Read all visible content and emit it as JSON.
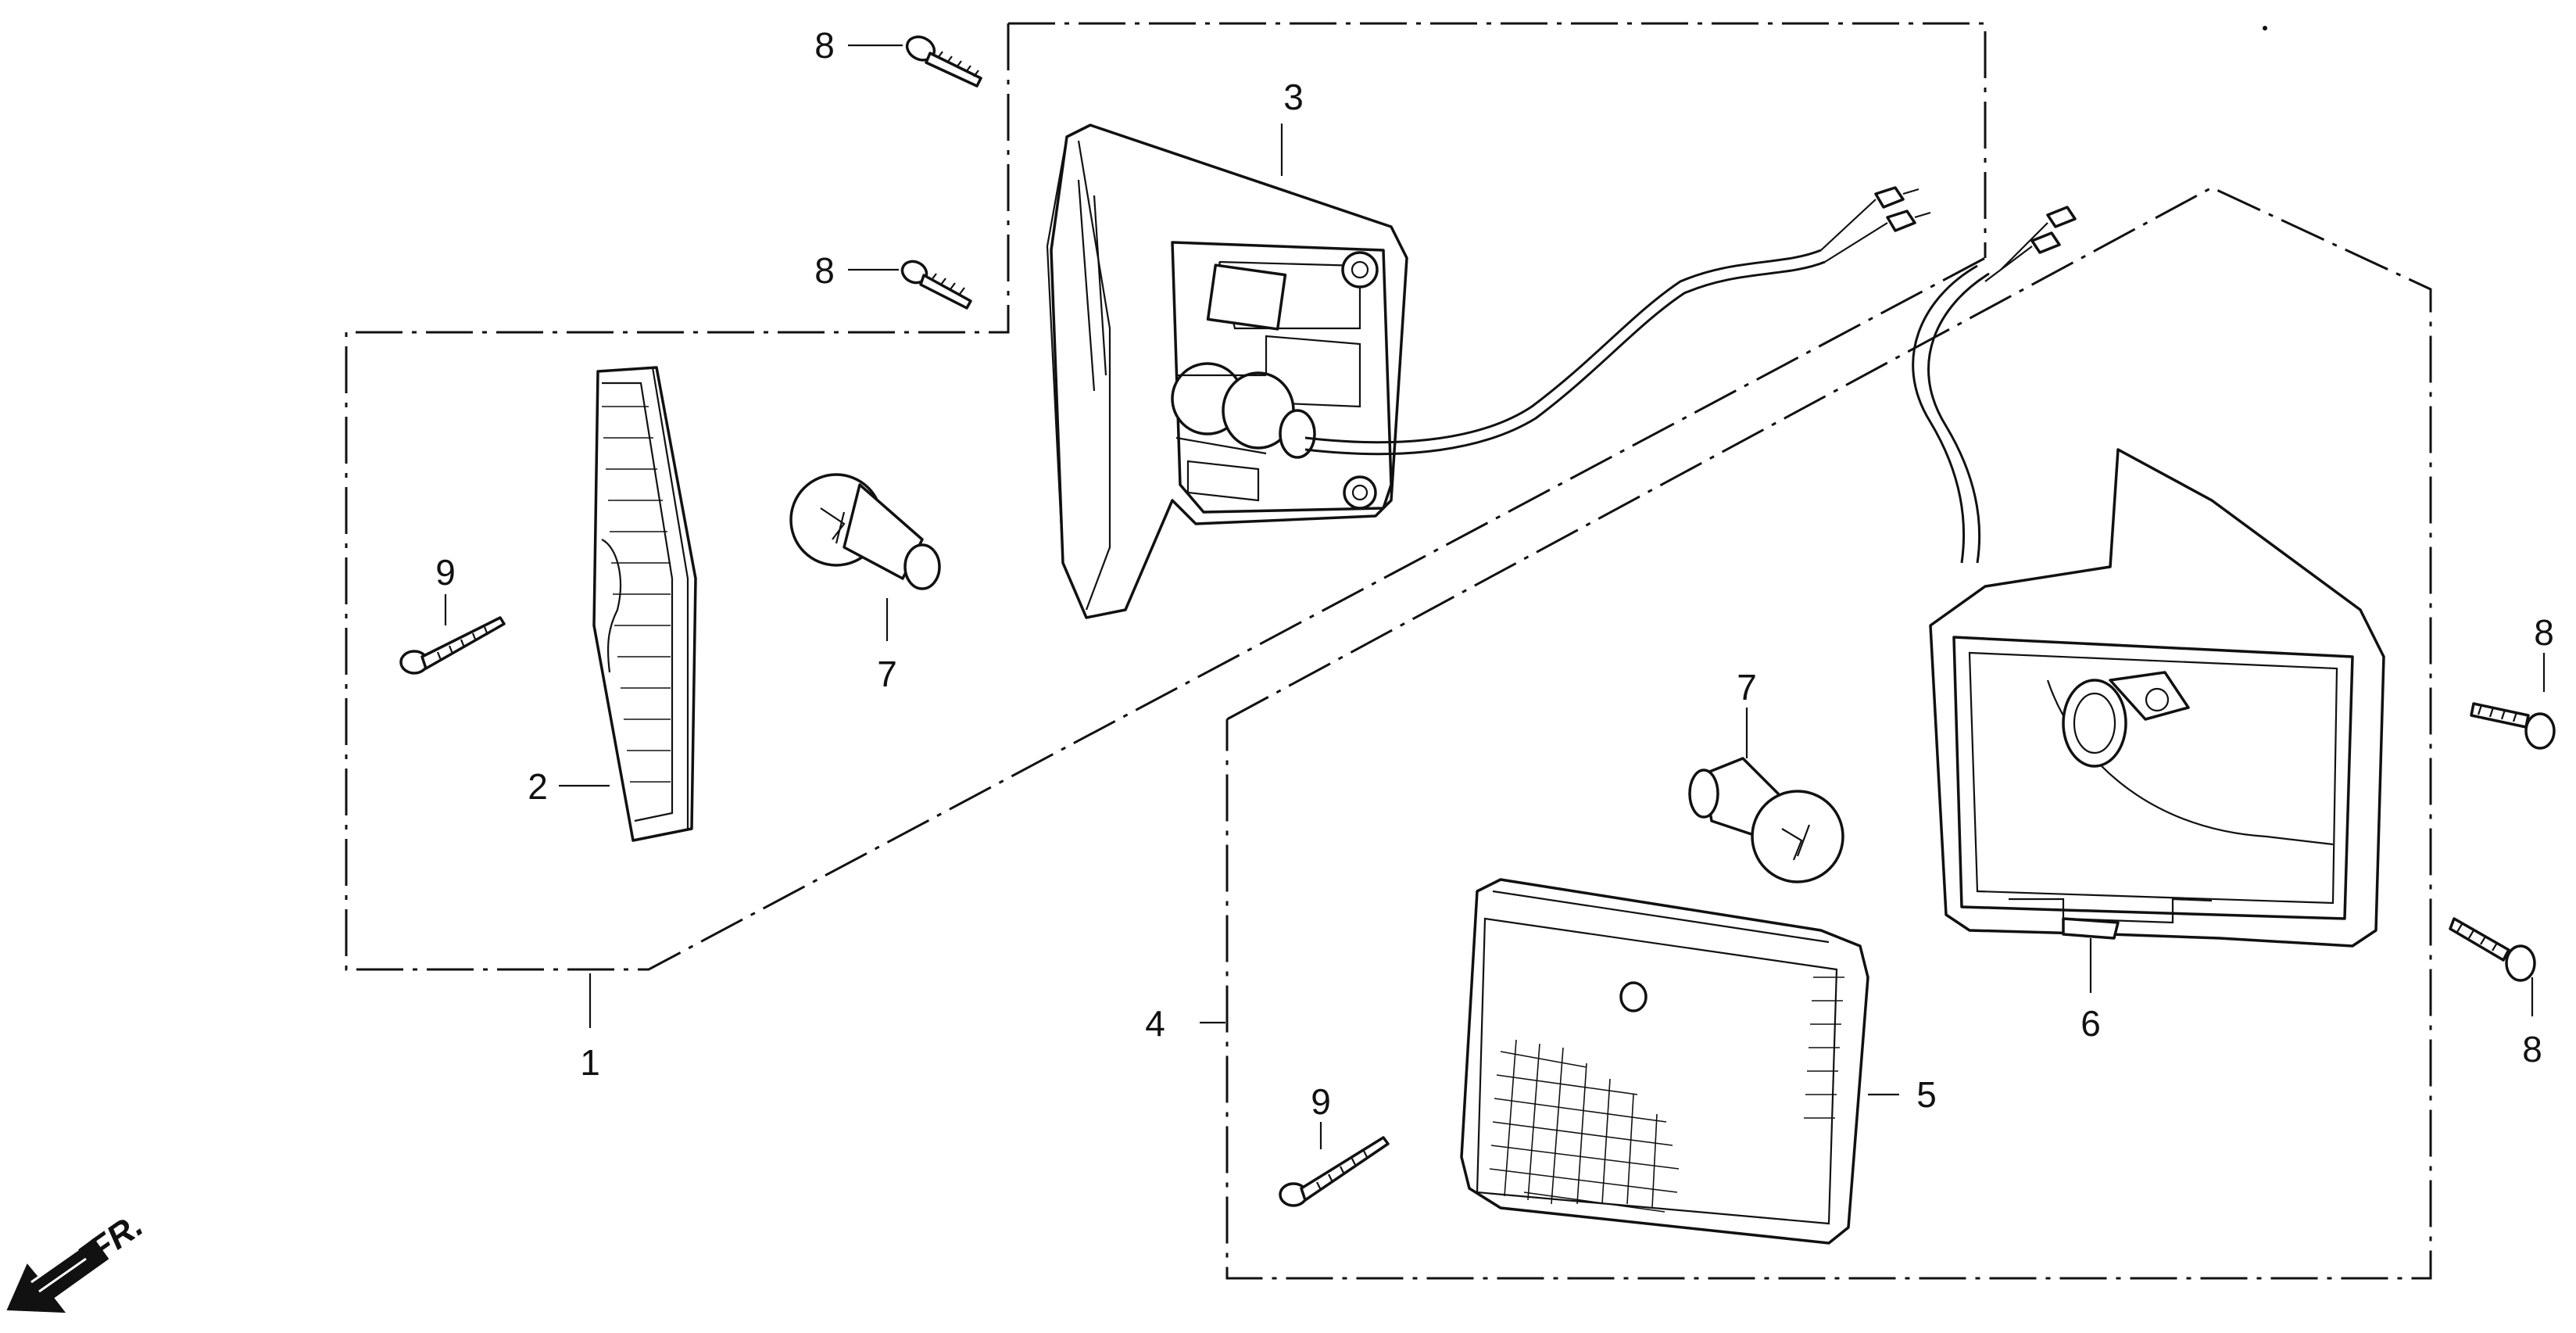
{
  "callouts": {
    "c1": "1",
    "c2": "2",
    "c3": "3",
    "c4": "4",
    "c5": "5",
    "c6": "6",
    "c7a": "7",
    "c7b": "7",
    "c8a": "8",
    "c8b": "8",
    "c8c": "8",
    "c8d": "8",
    "c9a": "9",
    "c9b": "9"
  },
  "direction_label": "FR.",
  "colors": {
    "ink": "#111111",
    "paper": "#ffffff"
  }
}
